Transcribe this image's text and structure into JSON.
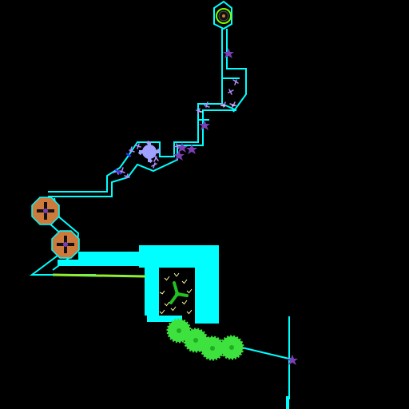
{
  "game": {
    "type": "2d-physics-level-view",
    "background": "#000000",
    "colors": {
      "wall": "#00ffff",
      "orange_gear": "#cd7a3c",
      "orange_gear_outline": "#00ffff",
      "star": "#7a3fb2",
      "debris": "#b48cff",
      "debris_bright": "#ffffff",
      "green_wheel": "#3ee23e",
      "green_wheel_dark": "#1fae1f",
      "green_rod": "#90ee30",
      "spinner": "#22c022",
      "sparkle": "#ffffaa",
      "blue_gear": "#a0a0ff",
      "goal_ring": "#7cfc00"
    },
    "objects": {
      "goal_marker": {
        "type": "ring-goal",
        "count": 1
      },
      "stars": {
        "type": "star",
        "count": 11
      },
      "orange_gears": {
        "type": "octagon-gear",
        "count": 2
      },
      "blue_gear": {
        "type": "cog",
        "count": 1
      },
      "green_wheels": {
        "type": "cog-wheel",
        "count": 4
      },
      "spinner": {
        "type": "three-blade-spinner",
        "count": 1
      }
    }
  }
}
